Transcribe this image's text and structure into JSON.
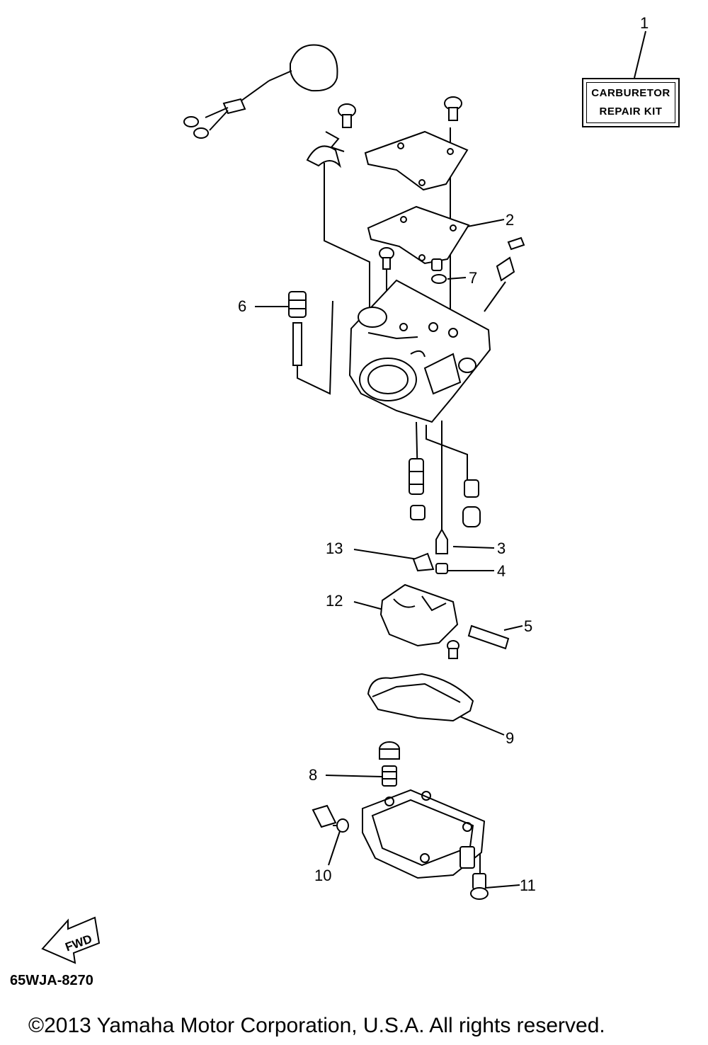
{
  "kit_box": {
    "line1": "CARBURETOR",
    "line2": "REPAIR KIT"
  },
  "callouts": {
    "c1": "1",
    "c2": "2",
    "c3": "3",
    "c4": "4",
    "c5": "5",
    "c6": "6",
    "c7": "7",
    "c8": "8",
    "c9": "9",
    "c10": "10",
    "c11": "11",
    "c12": "12",
    "c13": "13"
  },
  "fwd_arrow": {
    "label": "FWD"
  },
  "document_code": "65WJA-8270",
  "copyright": "©2013 Yamaha Motor Corporation, U.S.A. All rights reserved."
}
